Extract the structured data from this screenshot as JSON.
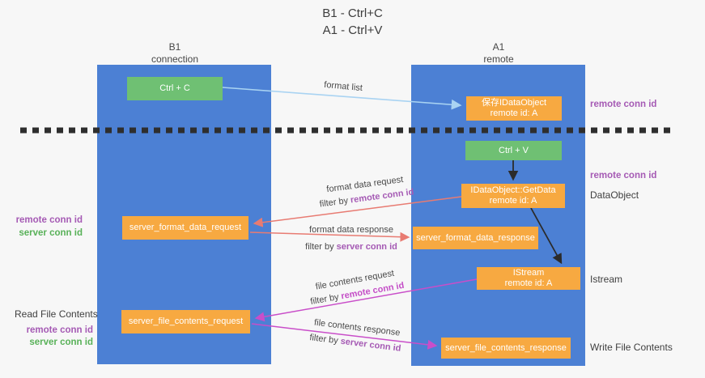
{
  "title": {
    "line1": "B1 - Ctrl+C",
    "line2": "A1 - Ctrl+V"
  },
  "lifelines": {
    "left": {
      "name": "B1",
      "role": "connection"
    },
    "right": {
      "name": "A1",
      "role": "remote"
    }
  },
  "nodes": {
    "ctrl_c": {
      "label": "Ctrl + C"
    },
    "saved_dataobject": {
      "line1": "保存IDataObject",
      "line2": "remote id: A"
    },
    "ctrl_v": {
      "label": "Ctrl + V"
    },
    "getdata": {
      "line1": "IDataObject::GetData",
      "line2": "remote id: A"
    },
    "format_request": {
      "label": "server_format_data_request"
    },
    "format_response": {
      "label": "server_format_data_response"
    },
    "istream": {
      "line1": "IStream",
      "line2": "remote id: A"
    },
    "file_request": {
      "label": "server_file_contents_request"
    },
    "file_response": {
      "label": "server_file_contents_response"
    }
  },
  "edge_labels": {
    "format_list": "format list",
    "format_data_request": {
      "line1": "format data request",
      "filter_prefix": "filter by ",
      "filter_key": "remote conn id"
    },
    "format_data_response": {
      "line1": "format data response",
      "filter_prefix": "filter by ",
      "filter_key": "server conn id"
    },
    "file_contents_request": {
      "line1": "file contents request",
      "filter_prefix": "filter by ",
      "filter_key": "remote conn id"
    },
    "file_contents_response": {
      "line1": "file contents response",
      "filter_prefix": "filter by ",
      "filter_key": "server conn id"
    }
  },
  "side_labels": {
    "right_top_remote_conn": "remote conn id",
    "right_mid_remote_conn": "remote conn id",
    "dataobject": "DataObject",
    "istream": "Istream",
    "write_file": "Write File Contents",
    "left_mid": {
      "remote": "remote conn id",
      "server": "server conn id"
    },
    "left_bottom": {
      "read_file": "Read File Contents",
      "remote": "remote conn id",
      "server": "server conn id"
    }
  },
  "colors": {
    "lane_blue": "#4c80d4",
    "node_orange": "#f7a941",
    "node_green": "#6fc073",
    "arrow_light_blue": "#a9d3f2",
    "arrow_red": "#e87b72",
    "arrow_magenta": "#c94ec9",
    "arrow_black": "#2b2b2b",
    "label_purple": "#a55ab4",
    "label_green": "#58b158",
    "separator_black": "#2e2e2e"
  }
}
